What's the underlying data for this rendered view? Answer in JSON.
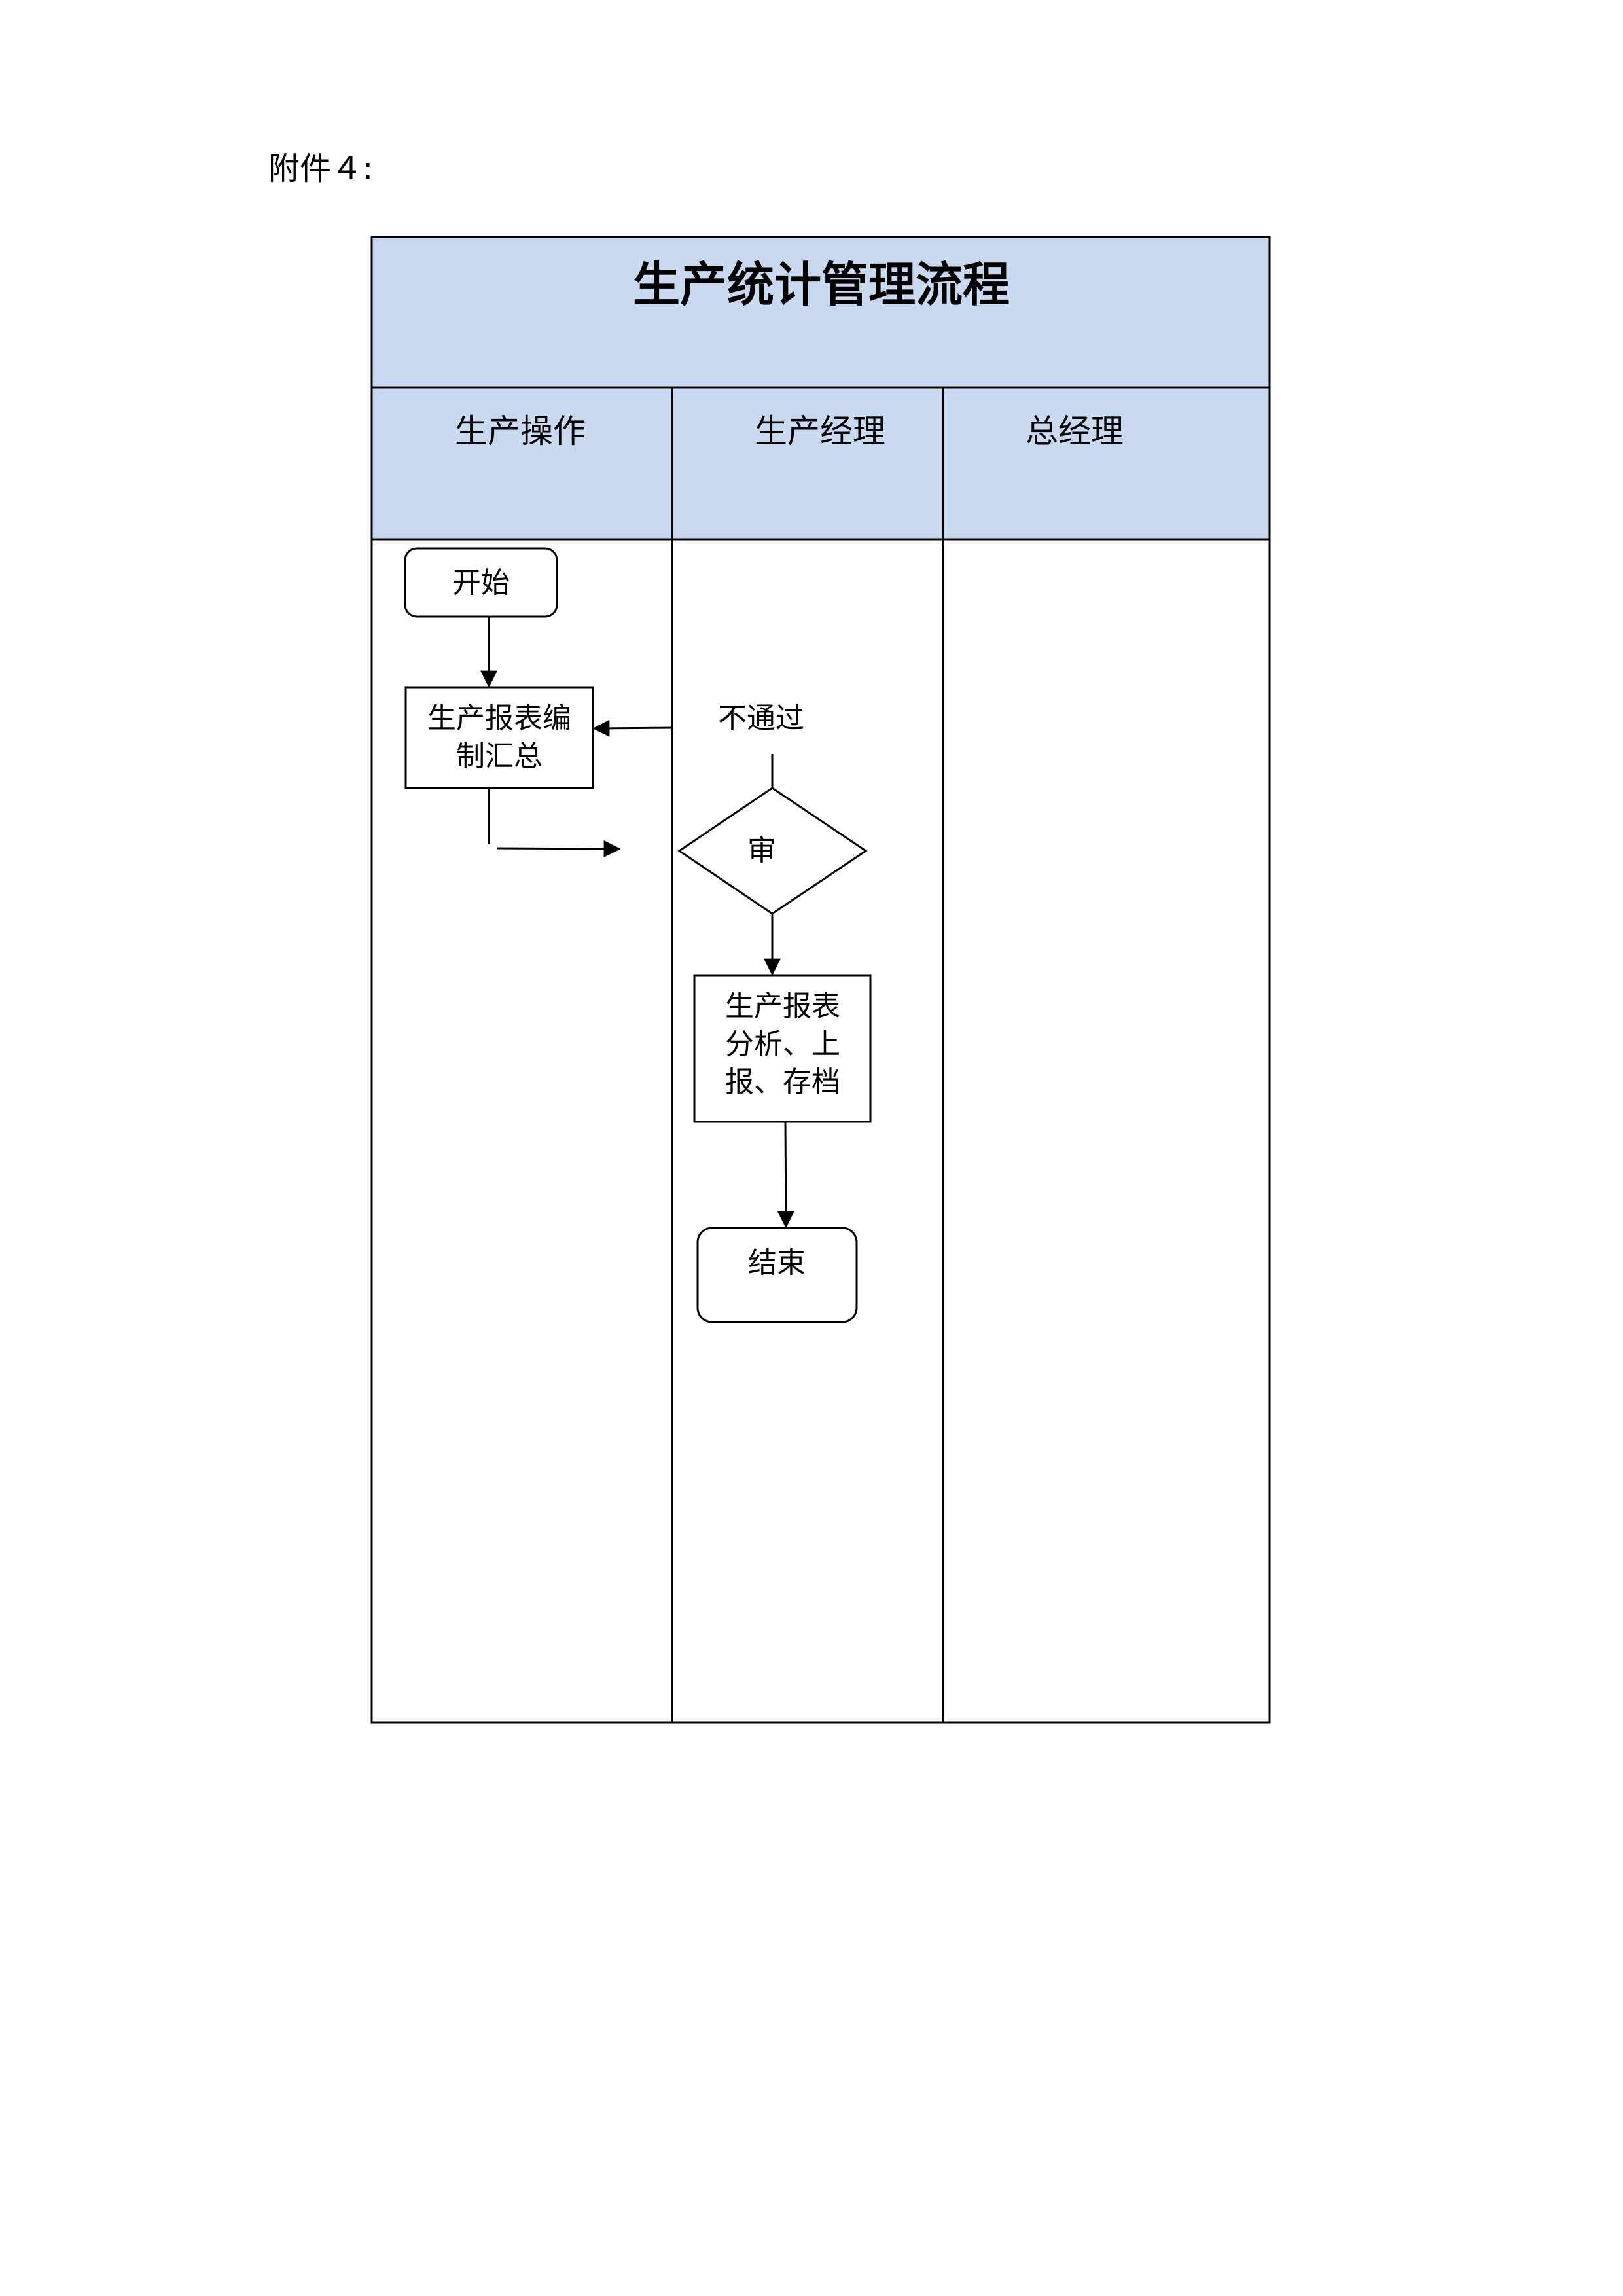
{
  "document": {
    "attachment_label": "附件４:"
  },
  "flowchart": {
    "title": "生产统计管理流程",
    "lanes": [
      "生产操作",
      "生产经理",
      "总经理"
    ],
    "nodes": {
      "start": "开始",
      "compile": [
        "生产报表编",
        "制汇总"
      ],
      "reject_label": "不通过",
      "review": "审",
      "analyze": [
        "生产报表",
        "分析、上",
        "报、存档"
      ],
      "end": "结束"
    },
    "colors": {
      "header_fill": "#c9d9f0",
      "line": "#000000",
      "background": "#ffffff"
    }
  }
}
